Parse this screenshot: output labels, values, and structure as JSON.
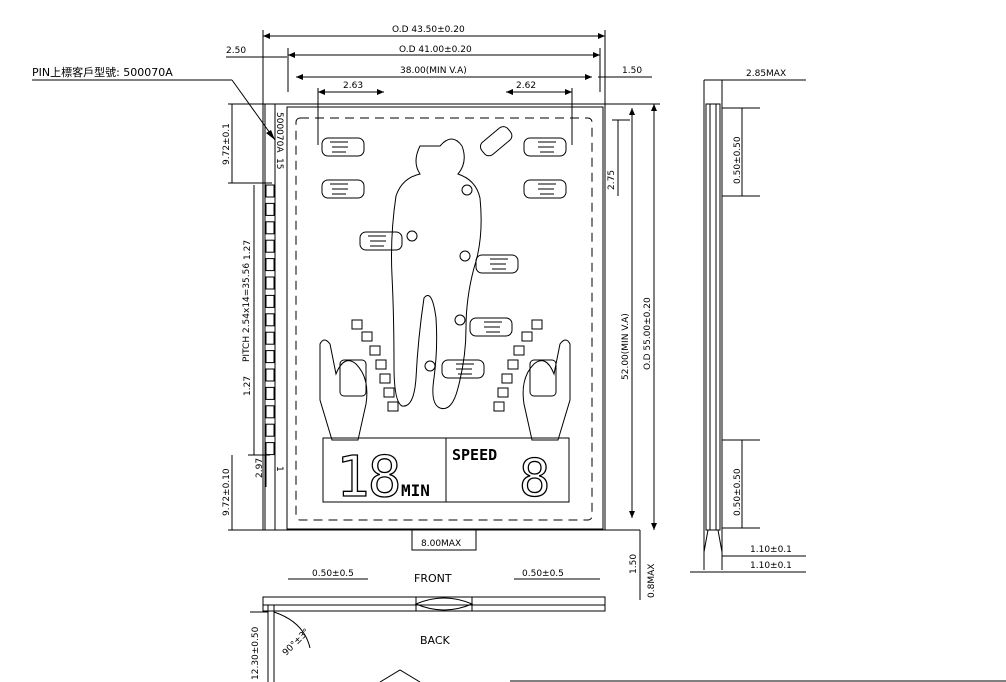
{
  "dims": {
    "od_width": "O.D 43.50±0.20",
    "od_inner": "O.D 41.00±0.20",
    "va_width": "38.00(MIN V.A)",
    "offset_left": "2.50",
    "pad_left": "2.63",
    "pad_right": "2.62",
    "top_right": "1.50",
    "pitch_top": "9.72±0.1",
    "pitch_bottom": "9.72±0.10",
    "pitch": "PITCH 2.54x14=35.56",
    "pitch_a": "1.27",
    "pitch_b": "1.27",
    "pin_gap": "2.97",
    "right_small": "2.75",
    "va_height": "52.00(MIN V.A)",
    "od_height": "O.D 55.00±0.20",
    "pin_offset": "8.00MAX",
    "bottom_right_a": "1.50",
    "bottom_right_b": "0.8MAX",
    "front_left": "0.50±0.5",
    "front_right": "0.50±0.5",
    "side_left": "12.30±0.50",
    "angle": "90°±3°"
  },
  "labels": {
    "pin_label": "PIN上標客戶型號: 500070A",
    "part_on_lcd": "500070A",
    "pin_15": "15",
    "pin_1": "1",
    "front": "FRONT",
    "back": "BACK"
  },
  "side": {
    "thickness": "2.85MAX",
    "pin_top": "0.50±0.50",
    "pin_bottom": "0.50±0.50",
    "foot_a": "1.10±0.1",
    "foot_b": "1.10±0.1"
  },
  "display": {
    "minutes": "18",
    "minutes_unit": "MIN",
    "speed_label": "SPEED",
    "speed_value": "8"
  }
}
